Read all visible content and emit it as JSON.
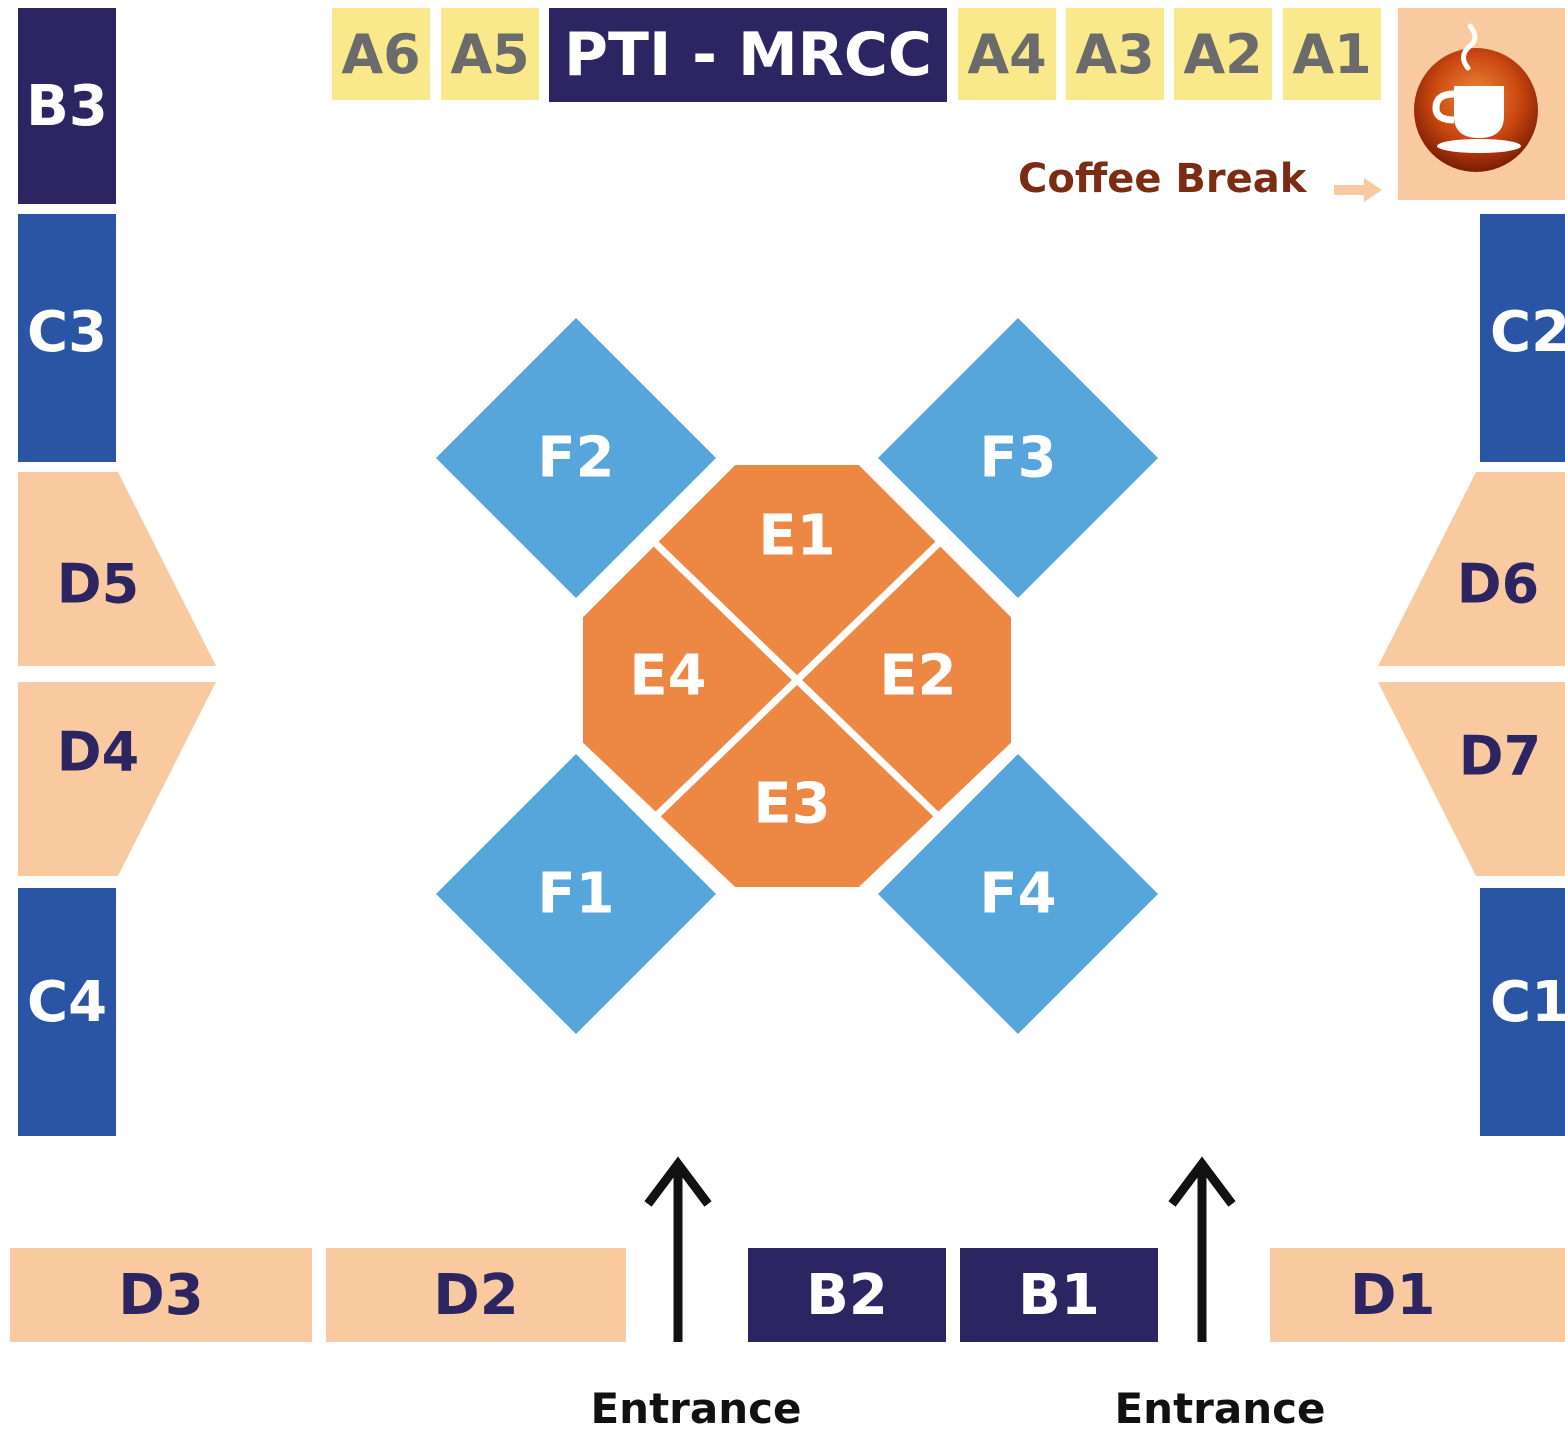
{
  "top_row": {
    "a6": "A6",
    "a5": "A5",
    "pti": "PTI - MRCC",
    "a4": "A4",
    "a3": "A3",
    "a2": "A2",
    "a1": "A1"
  },
  "coffee_break": {
    "label": "Coffee Break"
  },
  "left": {
    "b3": "B3",
    "c3": "C3",
    "d5": "D5",
    "d4": "D4",
    "c4": "C4"
  },
  "right": {
    "c2": "C2",
    "d6": "D6",
    "d7": "D7",
    "c1": "C1"
  },
  "center": {
    "e1": "E1",
    "e2": "E2",
    "e3": "E3",
    "e4": "E4",
    "f1": "F1",
    "f2": "F2",
    "f3": "F3",
    "f4": "F4"
  },
  "bottom": {
    "d3": "D3",
    "d2": "D2",
    "b2": "B2",
    "b1": "B1",
    "d1": "D1"
  },
  "entrances": [
    "Entrance",
    "Entrance"
  ],
  "colors": {
    "navy": "#2c2561",
    "blue": "#2a55a5",
    "light_blue": "#56a5db",
    "orange": "#ec8843",
    "peach": "#f9caa0",
    "yellow": "#f9e98a"
  },
  "icons": [
    "coffee-cup-icon",
    "arrow-right-icon",
    "arrow-up-icon"
  ]
}
